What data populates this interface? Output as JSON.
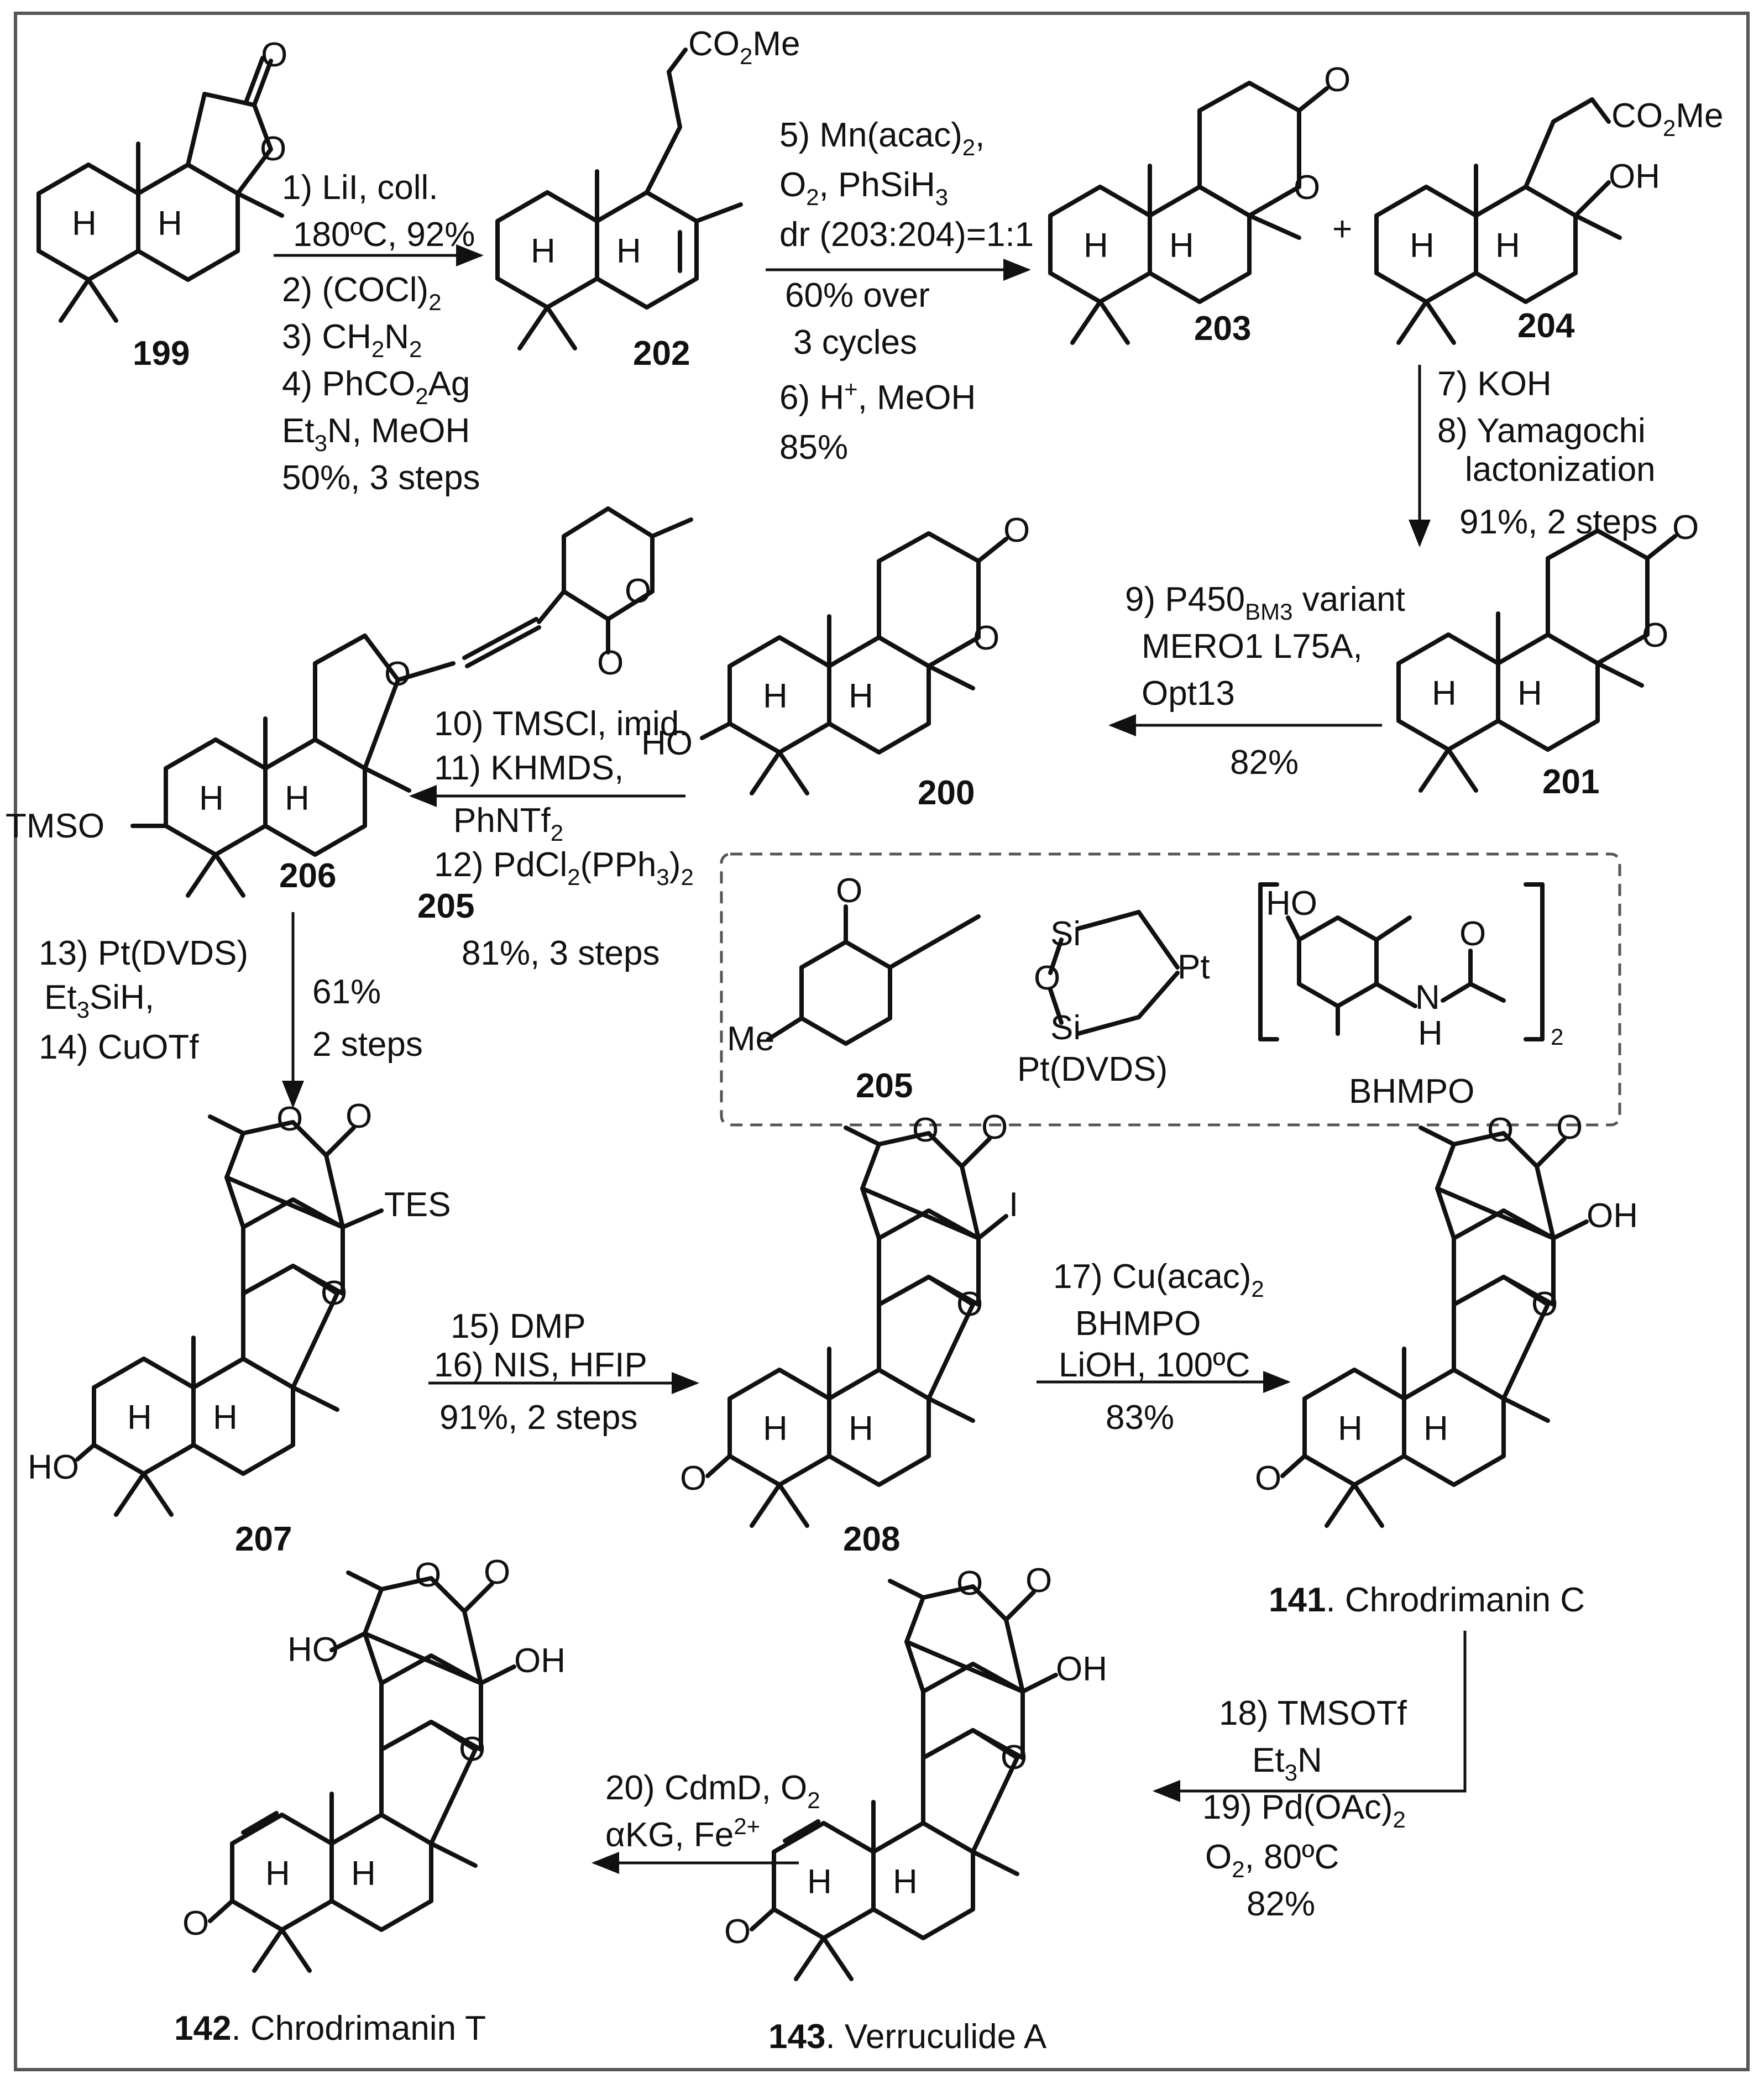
{
  "compounds": {
    "c199": "199",
    "c202": "202",
    "c203": "203",
    "c204": "204",
    "c201": "201",
    "c200": "200",
    "c206": "206",
    "c207": "207",
    "c208": "208",
    "c141_num": "141",
    "c141_name": ". Chrodrimanin C",
    "c143_num": "143",
    "c143_name": ". Verruculide A",
    "c142_num": "142",
    "c142_name": ". Chrodrimanin T",
    "c205": "205",
    "ptdvds": "Pt(DVDS)",
    "bhmpo": "BHMPO"
  },
  "atoms": {
    "H": "H",
    "O": "O",
    "OH": "OH",
    "HO": "HO",
    "Me": "Me",
    "TMSO": "TMSO",
    "TES": "TES",
    "I": "I",
    "Si": "Si",
    "Pt": "Pt",
    "N": "N",
    "sub2": "2",
    "plus": "+",
    "co2me_main": "CO",
    "co2me_tail": "Me"
  },
  "conditions": {
    "s1_l1": "1) LiI, coll.",
    "s1_l2": "180ºC, 92%",
    "s1_l3": "2) (COCl)",
    "s1_l4": "3) CH",
    "s1_l4b": "N",
    "s1_l5": "4) PhCO",
    "s1_l5b": "Ag",
    "s1_l6": "Et",
    "s1_l6b": "N, MeOH",
    "s1_l7": "50%, 3 steps",
    "s5_l1": "5) Mn(acac)",
    "s5_l2": "O",
    "s5_l2b": ", PhSiH",
    "s5_l3": "dr (203:204)=1:1",
    "s5_l4": "60% over",
    "s5_l5": "3 cycles",
    "s5_l6": "6) H",
    "s5_l6b": ", MeOH",
    "s5_l7": "85%",
    "s7_l1": "7) KOH",
    "s7_l2": "8) Yamagochi",
    "s7_l3": "lactonization",
    "s7_l4": "91%, 2 steps",
    "s9_l1": "9) P450",
    "s9_l1sub": "BM3",
    "s9_l1b": " variant",
    "s9_l2": "MERO1 L75A,",
    "s9_l3": "Opt13",
    "s9_l4": "82%",
    "s10_l1": "10) TMSCl, imid.",
    "s10_l2": "11) KHMDS,",
    "s10_l3": "PhNTf",
    "s10_l4": "12) PdCl",
    "s10_l4b": "(PPh",
    "s10_l4c": ")",
    "s10_l5": "205",
    "s10_l6": "81%, 3 steps",
    "s13_l1": "13) Pt(DVDS)",
    "s13_l2": "Et",
    "s13_l2b": "SiH,",
    "s13_l3": "14) CuOTf",
    "s13_y1": "61%",
    "s13_y2": "2 steps",
    "s15_l1": "15) DMP",
    "s15_l2": "16) NIS, HFIP",
    "s15_l3": "91%, 2 steps",
    "s17_l1": "17) Cu(acac)",
    "s17_l2": "BHMPO",
    "s17_l3": "LiOH, 100ºC",
    "s17_l4": "83%",
    "s18_l1": "18) TMSOTf",
    "s18_l2": "Et",
    "s18_l2b": "N",
    "s18_l3": "19) Pd(OAc)",
    "s18_l4": "O",
    "s18_l4b": ", 80ºC",
    "s18_l5": "82%",
    "s20_l1": "20) CdmD, O",
    "s20_l2": "αKG, Fe",
    "s20_l2sup": "2+"
  }
}
